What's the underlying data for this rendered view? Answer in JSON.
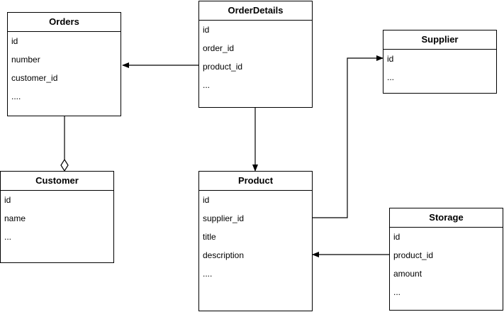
{
  "entities": {
    "orders": {
      "title": "Orders",
      "fields": [
        "id",
        "number",
        "customer_id",
        "...."
      ]
    },
    "orderdetails": {
      "title": "OrderDetails",
      "fields": [
        "id",
        "order_id",
        "product_id",
        "..."
      ]
    },
    "supplier": {
      "title": "Supplier",
      "fields": [
        "id",
        "..."
      ]
    },
    "customer": {
      "title": "Customer",
      "fields": [
        "id",
        "name",
        "..."
      ]
    },
    "product": {
      "title": "Product",
      "fields": [
        "id",
        "supplier_id",
        "title",
        "description",
        "...."
      ]
    },
    "storage": {
      "title": "Storage",
      "fields": [
        "id",
        "product_id",
        "amount",
        "..."
      ]
    }
  },
  "relations": [
    {
      "from": "orderdetails",
      "to": "orders",
      "end": "arrow"
    },
    {
      "from": "orderdetails",
      "to": "product",
      "end": "arrow"
    },
    {
      "from": "product",
      "to": "supplier",
      "end": "arrow"
    },
    {
      "from": "storage",
      "to": "product",
      "end": "arrow"
    },
    {
      "from": "orders",
      "to": "customer",
      "end": "diamond"
    }
  ],
  "colors": {
    "stroke": "#000000",
    "background": "#ffffff"
  }
}
